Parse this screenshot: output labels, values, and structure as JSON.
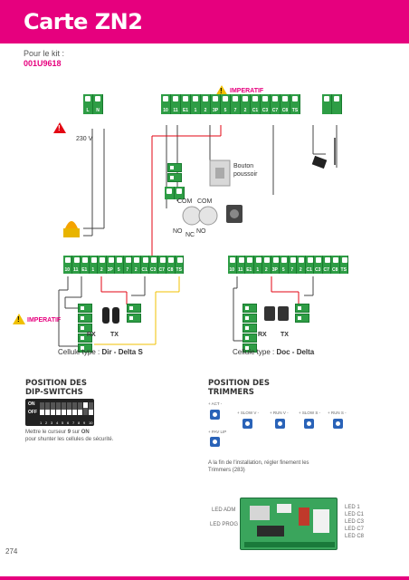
{
  "header": {
    "title": "Carte ZN2"
  },
  "kit": {
    "label": "Pour le kit :",
    "code": "001U9618"
  },
  "top_block": {
    "power_terminals": [
      "L",
      "N"
    ],
    "main_terminals": [
      "10",
      "11",
      "E1",
      "1",
      "2",
      "3P",
      "5",
      "7",
      "2",
      "C1",
      "C3",
      "C7",
      "C8",
      "TS"
    ],
    "imperatif": "IMPERATIF",
    "voltage": "230 V"
  },
  "push_button": {
    "label_line1": "Bouton",
    "label_line2": "poussoir"
  },
  "key_switch": {
    "com1": "COM",
    "com2": "COM",
    "no1": "NO",
    "nc": "NC",
    "no2": "NO"
  },
  "cells_left": {
    "terminals": [
      "10",
      "11",
      "E1",
      "1",
      "2",
      "3P",
      "5",
      "7",
      "2",
      "C1",
      "C3",
      "C7",
      "C8",
      "TS"
    ],
    "rx": "RX",
    "tx": "TX",
    "caption_prefix": "Cellule type : ",
    "caption_value": "Dir - Delta S"
  },
  "cells_right": {
    "terminals": [
      "10",
      "11",
      "E1",
      "1",
      "2",
      "3P",
      "5",
      "7",
      "2",
      "C1",
      "C3",
      "C7",
      "C8",
      "TS"
    ],
    "rx": "RX",
    "tx": "TX",
    "caption_prefix": "Cellule type : ",
    "caption_value": "Doc - Delta"
  },
  "imperatif_left": "IMPERATIF",
  "dip": {
    "title_line1": "POSITION DES",
    "title_line2": "DIP-SWITCHS",
    "on": "ON",
    "off": "OFF",
    "numbers": [
      "1",
      "2",
      "3",
      "4",
      "5",
      "6",
      "7",
      "8",
      "9",
      "10"
    ],
    "note_line1_pre": "Mettre le curseur ",
    "note_line1_bold1": "9",
    "note_line1_mid": " sur ",
    "note_line1_bold2": "ON",
    "note_line2": "pour shunter les cellules de sécurité."
  },
  "trimmers": {
    "title_line1": "POSITION DES",
    "title_line2": "TRIMMERS",
    "act": "+ ACT -",
    "pav_lip": "+ PAV LIP",
    "slow_v": "+ SLOW V -",
    "run_v": "+ RUN V -",
    "slow_s": "+ SLOW S -",
    "run_s": "+ RUN S -",
    "note_line1": "A la fin de l'installation, régler finement les",
    "note_line2": "Trimmers (283)"
  },
  "board": {
    "led_adm": "LED ADM",
    "led_prog": "LED PROG",
    "leds_right": [
      "LED 1",
      "LED C1",
      "LED C3",
      "LED C7",
      "LED C8"
    ]
  },
  "page_number": "274",
  "colors": {
    "accent": "#e6007e",
    "terminal_green": "#2e9d45",
    "wire_red": "#e30613",
    "wire_yellow": "#f0c000"
  }
}
